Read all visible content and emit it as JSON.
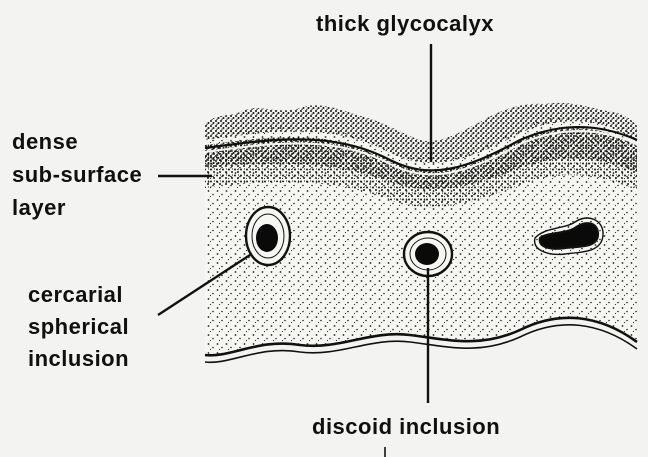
{
  "diagram": {
    "labels": {
      "glycocalyx": "thick glycocalyx",
      "subsurface": [
        "dense",
        "sub-surface",
        "layer"
      ],
      "spherical": [
        "cercarial",
        "spherical",
        "inclusion"
      ],
      "discoid": "discoid inclusion"
    },
    "colors": {
      "background": "#f3f3f1",
      "ink": "#111111",
      "tissue": "#f6f6f2"
    }
  }
}
